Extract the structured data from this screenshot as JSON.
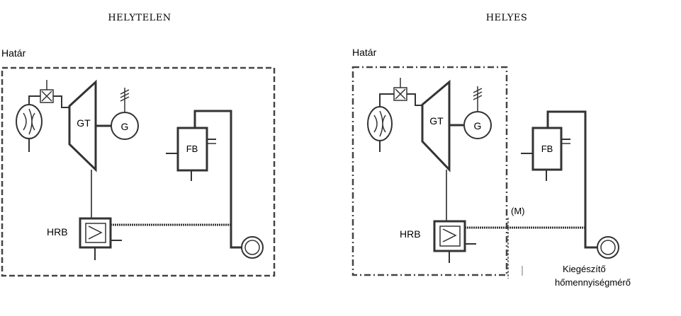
{
  "left_panel": {
    "title": "HELYTELEN",
    "boundary_label": "Határ",
    "gt_label": "GT",
    "g_label": "G",
    "fb_label": "FB",
    "hrb_label": "HRB"
  },
  "right_panel": {
    "title": "HELYES",
    "boundary_label": "Határ",
    "gt_label": "GT",
    "g_label": "G",
    "fb_label": "FB",
    "hrb_label": "HRB",
    "meter_point_label": "(M)",
    "meter_caption_line1": "Kiegészítő",
    "meter_caption_line2": "hőmennyiségmérő"
  },
  "colors": {
    "line": "#333333",
    "boundary": "#444444",
    "background": "#ffffff"
  }
}
